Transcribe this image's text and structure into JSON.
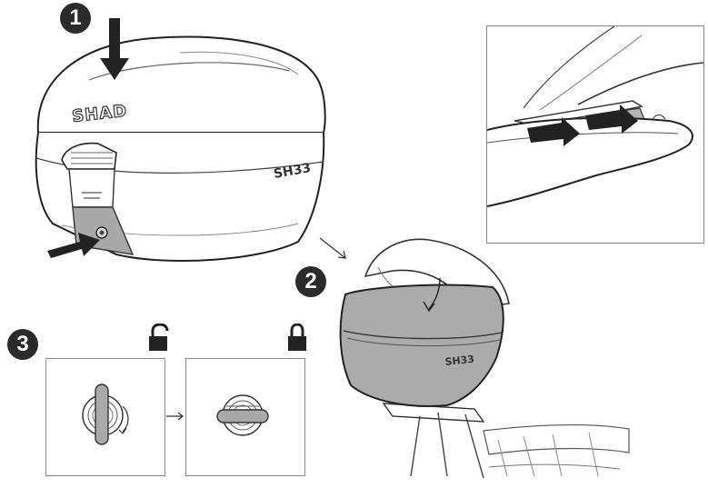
{
  "steps": [
    {
      "number": "1"
    },
    {
      "number": "2"
    },
    {
      "number": "3"
    }
  ],
  "case": {
    "brand_logo": "SHAD",
    "model_label": "SH33",
    "model_label_small": "SH33"
  },
  "icons": {
    "unlocked": "padlock-open-icon",
    "locked": "padlock-closed-icon"
  },
  "colors": {
    "lock_grey": "#a9a9a9",
    "arrow_dark": "#222222",
    "badge": "#2b2b2b"
  }
}
